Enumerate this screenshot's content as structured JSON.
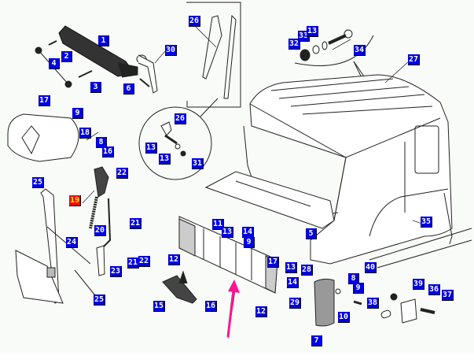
{
  "diagram": {
    "title": "Cab front grille / panel exploded parts diagram",
    "accent_color": "#0000e0",
    "highlight_color": "#ff0000",
    "highlight_text_color": "#ffff00",
    "arrow_color": "#ff1493",
    "highlighted_part": "19",
    "callouts": [
      "1",
      "2",
      "3",
      "4",
      "6",
      "30",
      "17",
      "9",
      "26",
      "26",
      "13",
      "13",
      "31",
      "32",
      "33",
      "13",
      "34",
      "27",
      "18",
      "8",
      "16",
      "22",
      "25",
      "19",
      "21",
      "20",
      "24",
      "21",
      "22",
      "23",
      "25",
      "11",
      "13",
      "14",
      "9",
      "17",
      "12",
      "15",
      "16",
      "12",
      "5",
      "35",
      "13",
      "14",
      "28",
      "29",
      "7",
      "8",
      "9",
      "10",
      "40",
      "39",
      "38",
      "36",
      "37"
    ]
  }
}
